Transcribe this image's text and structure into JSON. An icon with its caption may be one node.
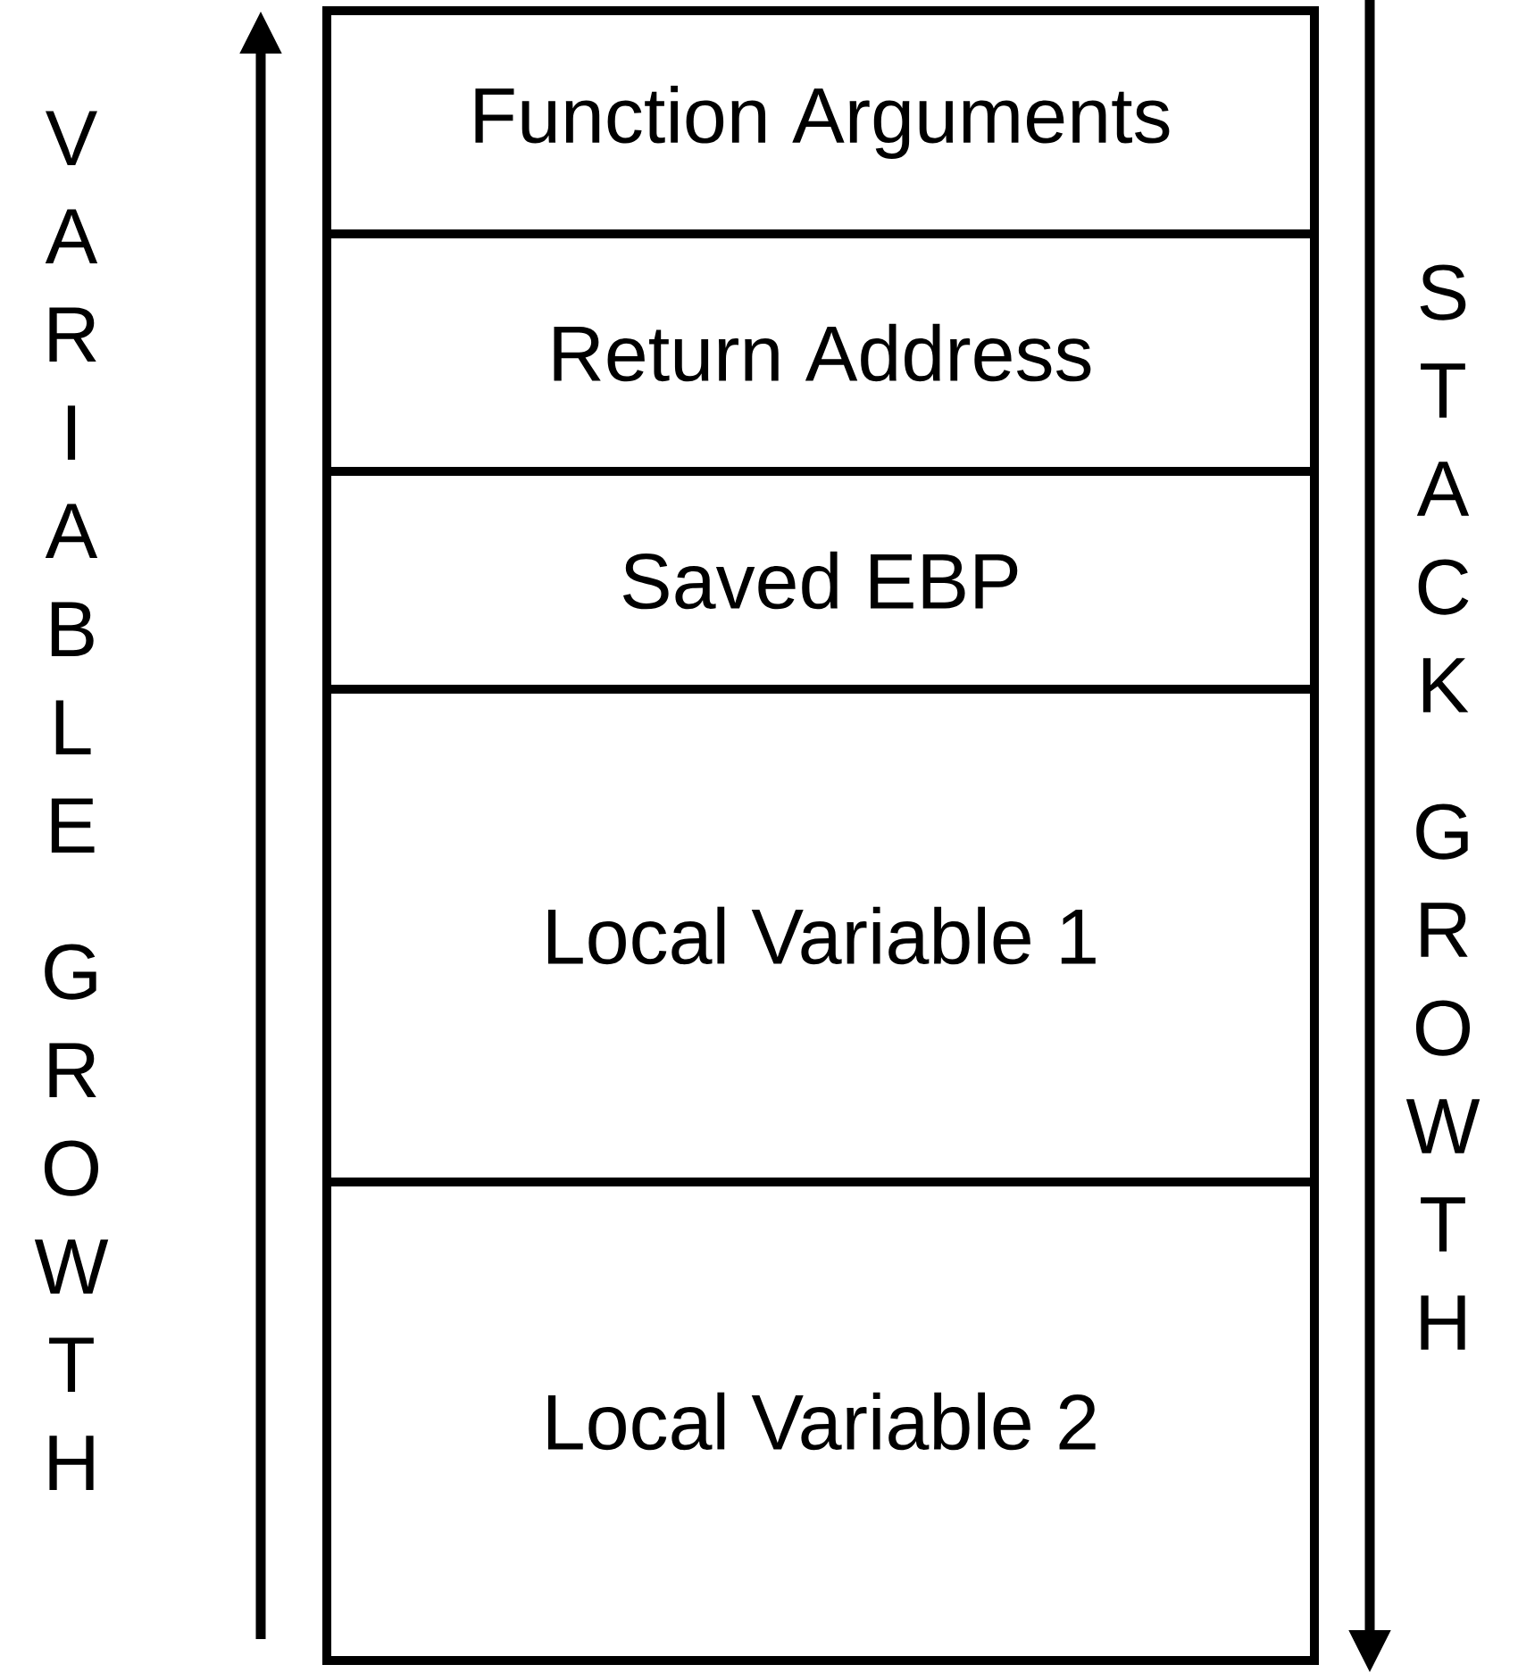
{
  "diagram": {
    "nodes": [
      {
        "text": [
          "Function Arguments"
        ]
      },
      {
        "text": [
          "Return Address"
        ]
      },
      {
        "text": [
          "Saved EBP"
        ]
      },
      {
        "text": [
          "Local Variable 1"
        ]
      },
      {
        "text": [
          "Local Variable 2"
        ]
      }
    ],
    "labels": [
      "VARIABLE GROWTH",
      "STACK GROWTH"
    ]
  }
}
